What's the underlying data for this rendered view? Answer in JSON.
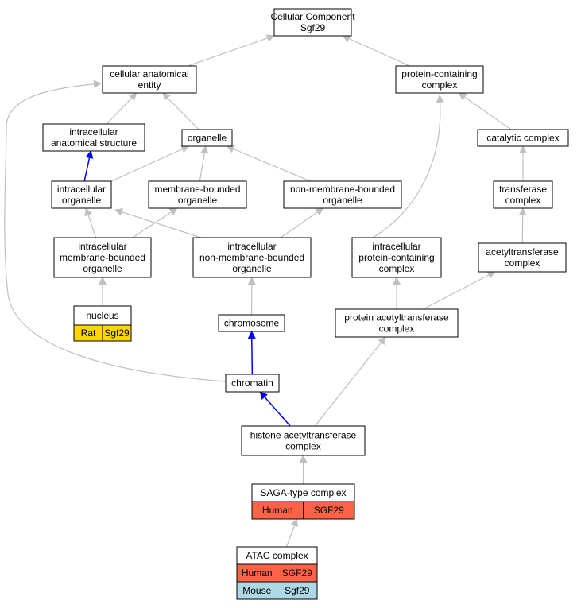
{
  "colors": {
    "is_a_edge": "#c0c0c0",
    "part_of_edge": "#0000ff",
    "node_fill": "#ffffff",
    "node_stroke": "#000000",
    "rat": "#ffd700",
    "human": "#ff6347",
    "mouse": "#add8e6"
  },
  "nodes": [
    {
      "id": "cc",
      "lines": [
        "Cellular Component",
        "Sgf29"
      ]
    },
    {
      "id": "cae",
      "lines": [
        "cellular anatomical",
        "entity"
      ]
    },
    {
      "id": "pcc",
      "lines": [
        "protein-containing",
        "complex"
      ]
    },
    {
      "id": "ias",
      "lines": [
        "intracellular",
        "anatomical structure"
      ]
    },
    {
      "id": "org",
      "lines": [
        "organelle"
      ]
    },
    {
      "id": "cat",
      "lines": [
        "catalytic complex"
      ]
    },
    {
      "id": "io",
      "lines": [
        "intracellular",
        "organelle"
      ]
    },
    {
      "id": "mbo",
      "lines": [
        "membrane-bounded",
        "organelle"
      ]
    },
    {
      "id": "nmbo",
      "lines": [
        "non-membrane-bounded",
        "organelle"
      ]
    },
    {
      "id": "tc",
      "lines": [
        "transferase",
        "complex"
      ]
    },
    {
      "id": "imbo",
      "lines": [
        "intracellular",
        "membrane-bounded",
        "organelle"
      ]
    },
    {
      "id": "inmbo",
      "lines": [
        "intracellular",
        "non-membrane-bounded",
        "organelle"
      ]
    },
    {
      "id": "ipcc",
      "lines": [
        "intracellular",
        "protein-containing",
        "complex"
      ]
    },
    {
      "id": "atc",
      "lines": [
        "acetyltransferase",
        "complex"
      ]
    },
    {
      "id": "nuc",
      "lines": [
        "nucleus"
      ],
      "annotations": [
        {
          "species": "Rat",
          "gene": "Sgf29",
          "color": "#ffd700"
        }
      ]
    },
    {
      "id": "chrs",
      "lines": [
        "chromosome"
      ]
    },
    {
      "id": "patc",
      "lines": [
        "protein acetyltransferase",
        "complex"
      ]
    },
    {
      "id": "chrt",
      "lines": [
        "chromatin"
      ]
    },
    {
      "id": "hatc",
      "lines": [
        "histone acetyltransferase",
        "complex"
      ]
    },
    {
      "id": "saga",
      "lines": [
        "SAGA-type complex"
      ],
      "annotations": [
        {
          "species": "Human",
          "gene": "SGF29",
          "color": "#ff6347"
        }
      ]
    },
    {
      "id": "atac",
      "lines": [
        "ATAC complex"
      ],
      "annotations": [
        {
          "species": "Human",
          "gene": "SGF29",
          "color": "#ff6347"
        },
        {
          "species": "Mouse",
          "gene": "Sgf29",
          "color": "#add8e6"
        }
      ]
    }
  ],
  "edges": [
    {
      "from": "cae",
      "to": "cc",
      "type": "is_a"
    },
    {
      "from": "pcc",
      "to": "cc",
      "type": "is_a"
    },
    {
      "from": "ias",
      "to": "cae",
      "type": "is_a"
    },
    {
      "from": "org",
      "to": "cae",
      "type": "is_a"
    },
    {
      "from": "cat",
      "to": "pcc",
      "type": "is_a"
    },
    {
      "from": "io",
      "to": "ias",
      "type": "part_of"
    },
    {
      "from": "io",
      "to": "org",
      "type": "is_a"
    },
    {
      "from": "mbo",
      "to": "org",
      "type": "is_a"
    },
    {
      "from": "nmbo",
      "to": "org",
      "type": "is_a"
    },
    {
      "from": "tc",
      "to": "cat",
      "type": "is_a"
    },
    {
      "from": "imbo",
      "to": "io",
      "type": "is_a"
    },
    {
      "from": "imbo",
      "to": "mbo",
      "type": "is_a"
    },
    {
      "from": "inmbo",
      "to": "io",
      "type": "is_a"
    },
    {
      "from": "inmbo",
      "to": "nmbo",
      "type": "is_a"
    },
    {
      "from": "ipcc",
      "to": "pcc",
      "type": "is_a"
    },
    {
      "from": "atc",
      "to": "tc",
      "type": "is_a"
    },
    {
      "from": "nuc",
      "to": "imbo",
      "type": "is_a"
    },
    {
      "from": "chrs",
      "to": "inmbo",
      "type": "is_a"
    },
    {
      "from": "patc",
      "to": "ipcc",
      "type": "is_a"
    },
    {
      "from": "patc",
      "to": "atc",
      "type": "is_a"
    },
    {
      "from": "chrt",
      "to": "chrs",
      "type": "part_of"
    },
    {
      "from": "chrt",
      "to": "cae",
      "type": "is_a"
    },
    {
      "from": "hatc",
      "to": "chrt",
      "type": "part_of"
    },
    {
      "from": "hatc",
      "to": "patc",
      "type": "is_a"
    },
    {
      "from": "saga",
      "to": "hatc",
      "type": "is_a"
    },
    {
      "from": "atac",
      "to": "saga",
      "type": "is_a"
    }
  ]
}
